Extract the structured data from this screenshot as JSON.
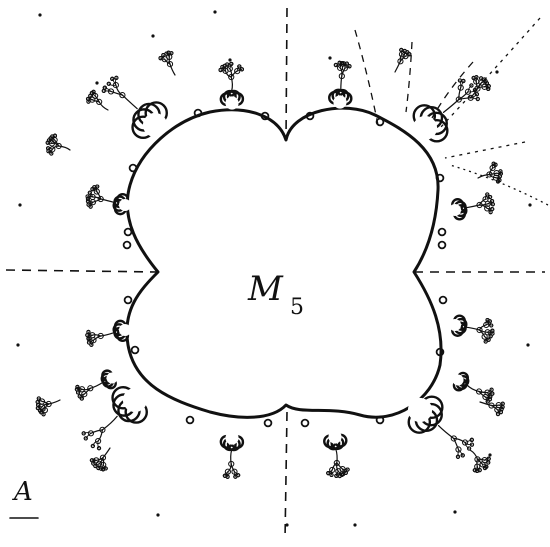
{
  "figure": {
    "set_label_main": "M",
    "set_label_subscript": "5",
    "corner_label": "A"
  },
  "colors": {
    "ink": "#111111",
    "background": "#ffffff"
  }
}
